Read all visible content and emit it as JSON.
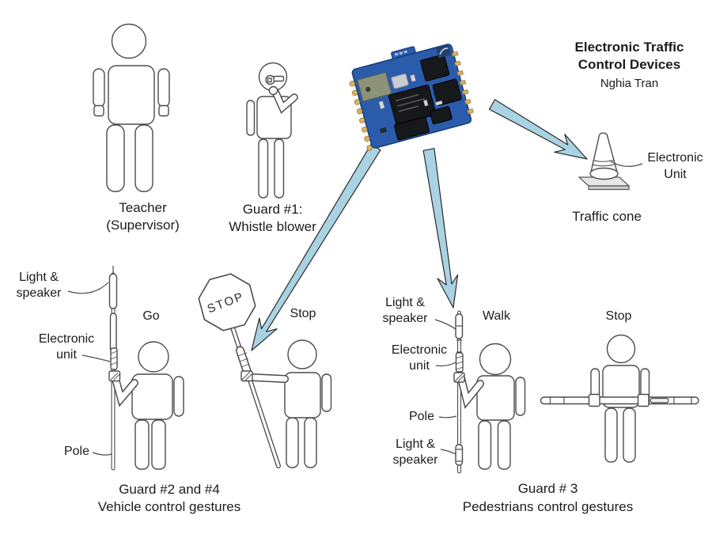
{
  "title": {
    "line1": "Electronic Traffic",
    "line2": "Control Devices",
    "author": "Nghia Tran"
  },
  "teacher": {
    "caption1": "Teacher",
    "caption2": "(Supervisor)"
  },
  "guard1": {
    "caption1": "Guard #1:",
    "caption2": "Whistle blower"
  },
  "cone": {
    "unit1": "Electronic",
    "unit2": "Unit",
    "caption": "Traffic cone"
  },
  "vehicle": {
    "light1": "Light &",
    "light2": "speaker",
    "eu1": "Electronic",
    "eu2": "unit",
    "pole": "Pole",
    "go": "Go",
    "stop": "Stop",
    "sign": "STOP",
    "cap1": "Guard #2 and #4",
    "cap2": "Vehicle control gestures"
  },
  "ped": {
    "light_top1": "Light &",
    "light_top2": "speaker",
    "eu1": "Electronic",
    "eu2": "unit",
    "pole": "Pole",
    "light_bot1": "Light &",
    "light_bot2": "speaker",
    "walk": "Walk",
    "stop": "Stop",
    "cap1": "Guard # 3",
    "cap2": "Pedestrians control gestures"
  },
  "colors": {
    "arrow_fill": "#a9d3e2",
    "arrow_stroke": "#2a2a2a",
    "board_blue": "#2b5cab",
    "outline": "#4b4b4b"
  }
}
